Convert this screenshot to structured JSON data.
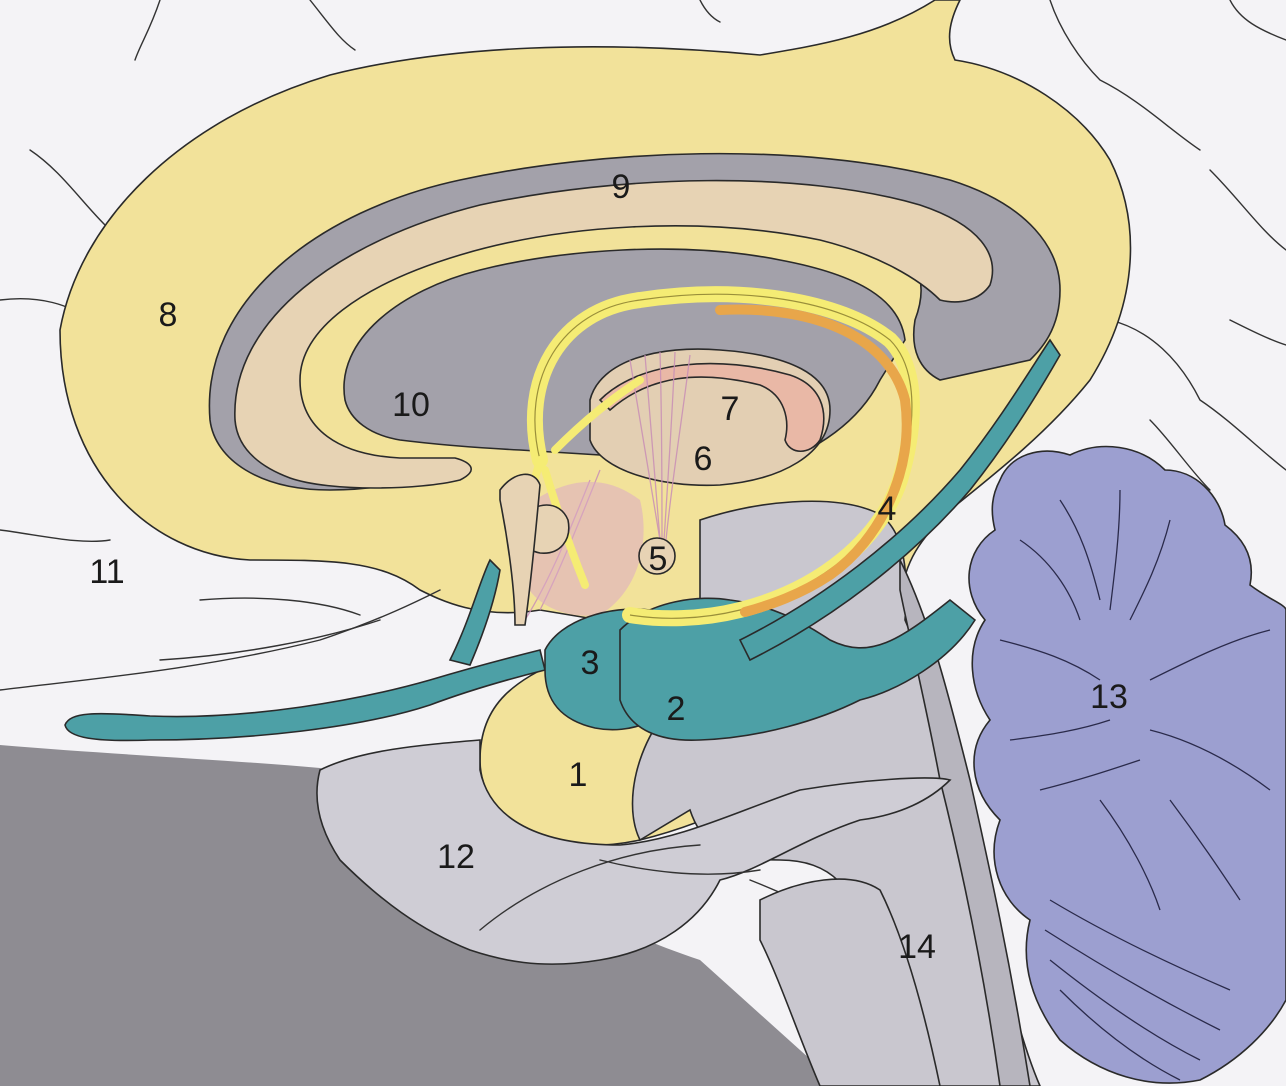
{
  "diagram": {
    "labels": {
      "l1": "1",
      "l2": "2",
      "l3": "3",
      "l4": "4",
      "l5": "5",
      "l6": "6",
      "l7": "7",
      "l8": "8",
      "l9": "9",
      "l10": "10",
      "l11": "11",
      "l12": "12",
      "l13": "13",
      "l14": "14"
    },
    "colors": {
      "limbic_yellow": "#f2e29a",
      "corpus_callosum": "#e7d3b4",
      "ventricle_gray": "#a3a1aa",
      "olfactory_teal": "#4da0a6",
      "fornix_yellow": "#f5ec74",
      "stria_orange": "#e8a64a",
      "cerebellum_blue": "#9c9fd0",
      "brain_white": "#f4f3f6",
      "base_gray": "#8e8c92",
      "brainstem_gray": "#c9c7cf",
      "thalamus_pink": "#e9b8a6",
      "mammillothalamic_pink": "#dca9c6"
    }
  }
}
